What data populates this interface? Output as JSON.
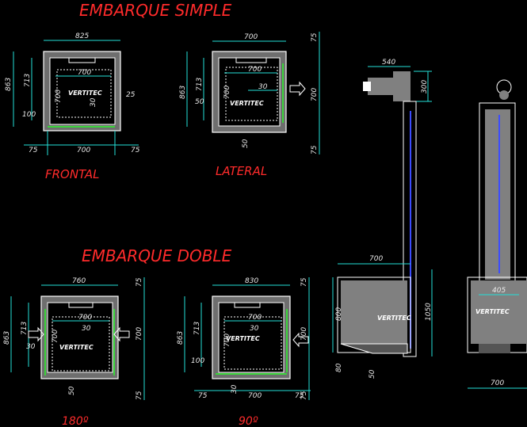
{
  "titles": {
    "simple": "EMBARQUE SIMPLE",
    "doble": "EMBARQUE DOBLE",
    "frontal": "FRONTAL",
    "lateral": "LATERAL",
    "deg180": "180º",
    "deg90": "90º"
  },
  "brand": "VERTITEC",
  "views": {
    "frontal": {
      "w_top": "825",
      "inner": "700",
      "inner_v": "700",
      "d30": "30",
      "d25": "25",
      "h_outer": "863",
      "h_inner": "713",
      "d100": "100",
      "b75l": "75",
      "b700": "700",
      "b75r": "75"
    },
    "lateral": {
      "w_top": "700",
      "r75": "75",
      "h_outer": "863",
      "h_inner": "713",
      "d50": "50",
      "inner_w": "700",
      "inner_v": "700",
      "d30": "30",
      "r700": "700",
      "b50": "50",
      "r75b": "75"
    },
    "d180": {
      "w_top": "760",
      "r75": "75",
      "h_outer": "863",
      "h_inner": "713",
      "inner_w": "700",
      "d30a": "30",
      "d30b": "30",
      "inner_v": "700",
      "r700": "700",
      "b50": "50",
      "r75b": "75"
    },
    "d90": {
      "w_top": "830",
      "r75": "75",
      "h_outer": "863",
      "h_inner": "713",
      "inner_w": "700",
      "d30": "30",
      "inner_v": "700",
      "r700": "700",
      "d100": "100",
      "b75l": "75",
      "b30": "30",
      "b700": "700",
      "b75r": "75",
      "r75b": "75"
    }
  },
  "tower": {
    "motor_w": "540",
    "motor_h": "300",
    "cab_w": "700",
    "h800": "800",
    "h1050": "1050",
    "h80": "80",
    "d50": "50"
  },
  "side": {
    "w405": "405",
    "w700": "700"
  }
}
